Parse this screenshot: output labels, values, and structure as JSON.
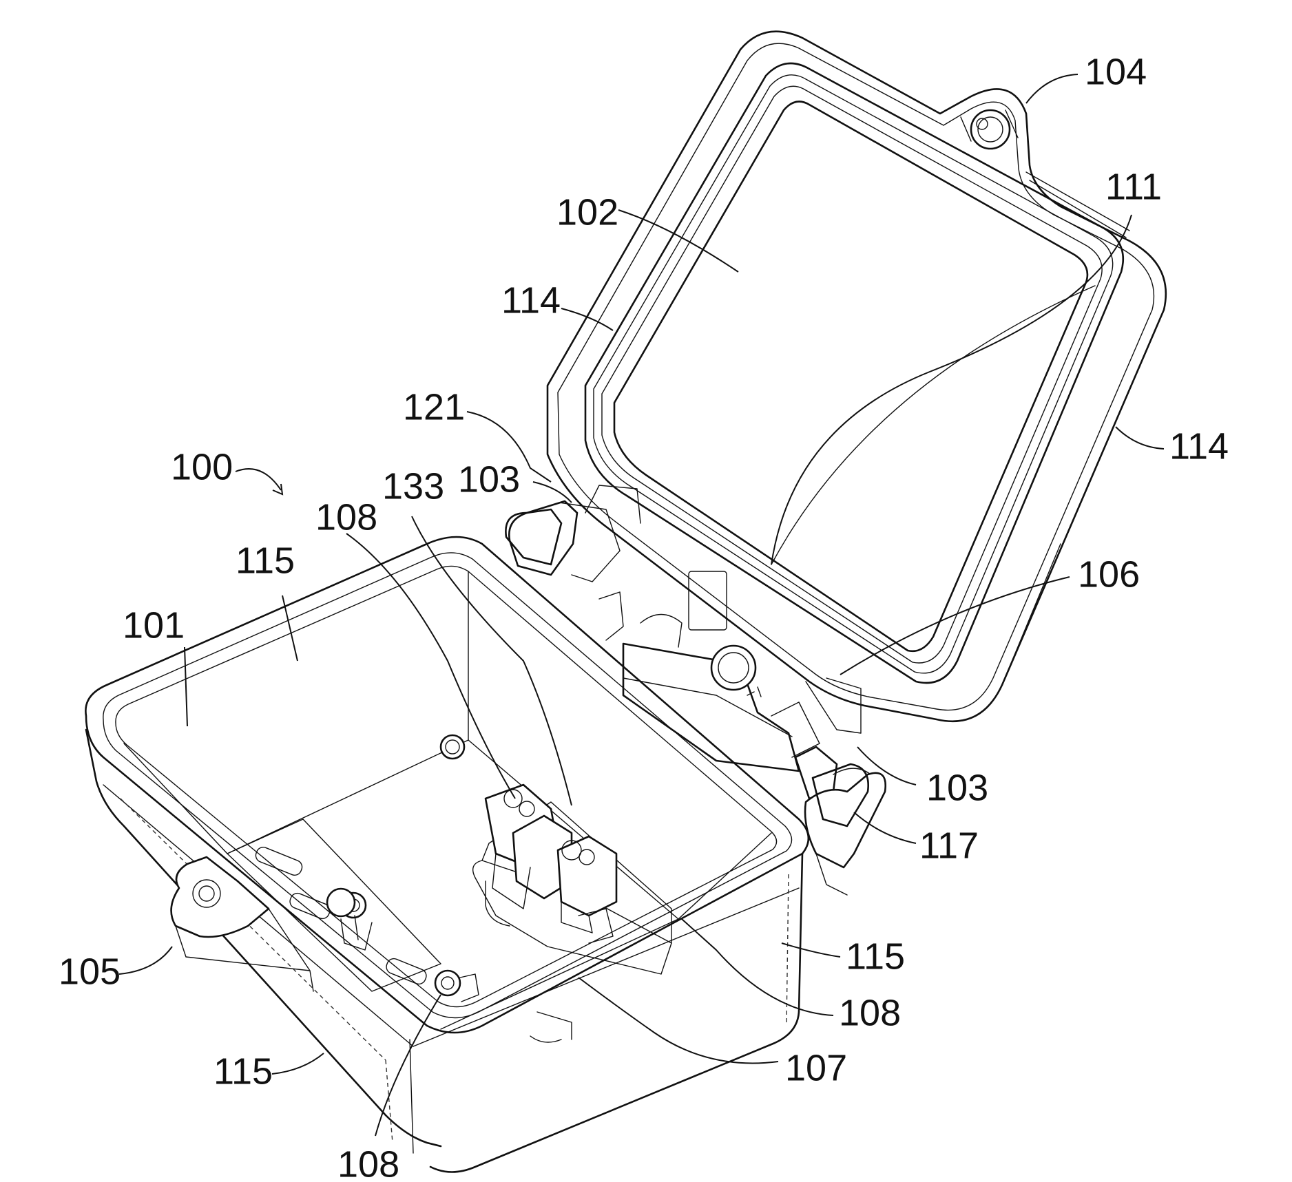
{
  "labels": {
    "r100": "100",
    "r101": "101",
    "r102": "102",
    "r103a": "103",
    "r103b": "103",
    "r104": "104",
    "r105": "105",
    "r106": "106",
    "r107": "107",
    "r108a": "108",
    "r108b": "108",
    "r108c": "108",
    "r111": "111",
    "r114a": "114",
    "r114b": "114",
    "r115a": "115",
    "r115b": "115",
    "r115c": "115",
    "r117": "117",
    "r121": "121",
    "r133": "133"
  }
}
